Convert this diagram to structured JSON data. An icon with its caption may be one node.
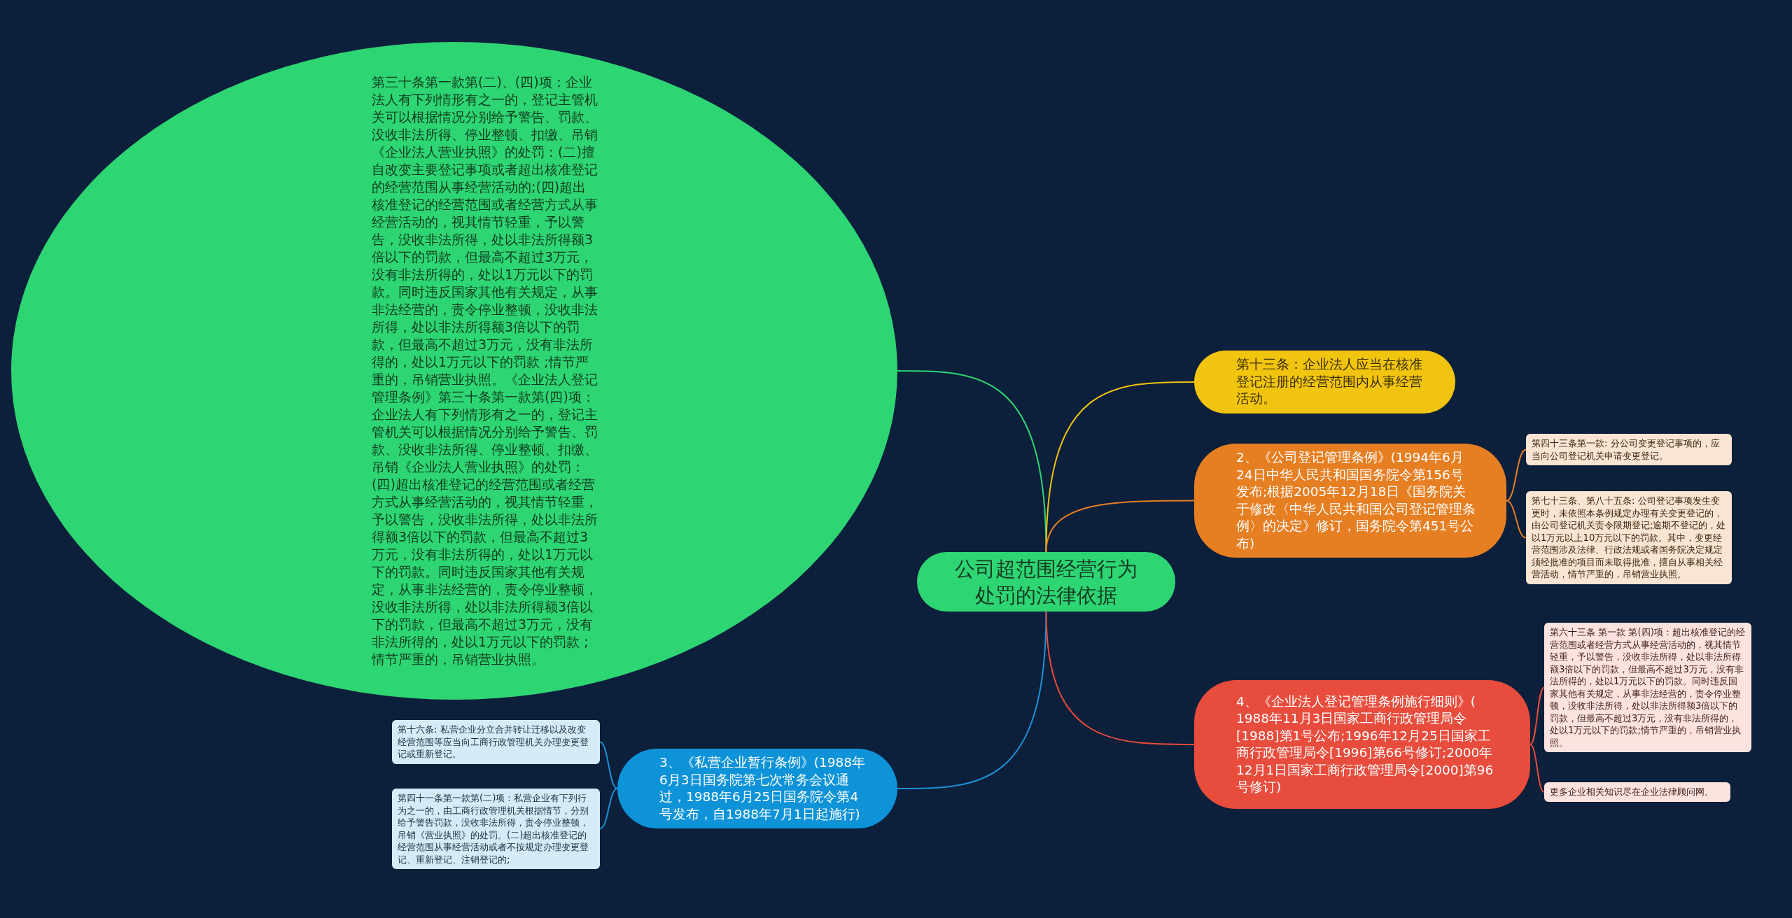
{
  "diagram": {
    "nodes": [
      {
        "text": [
          "公司超范围经营行为处罚的法律依据"
        ]
      },
      {
        "text": [
          "第三十条第一款第(二)、(四)项：企业法人有下列情形有之一的，登记主管机关可以根据情况分别给予警告、罚款、没收非法所得、停业整顿、扣缴、吊销《企业法人营业执照》的处罚：(二)擅自改变主要登记事项或者超出核准登记的经营范围从事经营活动的;(四)超出核准登记的经营范围或者经营方式从事经营活动的，视其情节轻重，予以警告，没收非法所得，处以非法所得额3倍以下的罚款，但最高不超过3万元，没有非法所得的，处以1万元以下的罚款。同时违反国家其他有关规定，从事非法经营的，责令停业整顿，没收非法所得，处以非法所得额3倍以下的罚款，但最高不超过3万元，没有非法所得的，处以1万元以下的罚款 ;情节严重的，吊销营业执照。《企业法人登记管理条例》第三十条第一款第(四)项：企业法人有下列情形有之一的，登记主管机关可以根据情况分别给予警告、罚款、没收非法所得、停业整顿、扣缴、吊销《企业法人营业执照》的处罚：(四)超出核准登记的经营范围或者经营方式从事经营活动的，视其情节轻重，予以警告，没收非法所得，处以非法所得额3倍以下的罚款，但最高不超过3万元，没有非法所得的，处以1万元以下的罚款。同时违反国家其他有关规定，从事非法经营的，责令停业整顿，没收非法所得，处以非法所得额3倍以下的罚款，但最高不超过3万元，没有非法所得的，处以1万元以下的罚款 ;情节严重的，吊销营业执照。"
        ]
      },
      {
        "text": [
          "3、《私营企业暂行条例》(1988年6月3日国务院第七次常务会议通过，1988年6月25日国务院令第4号发布，自1988年7月1日起施行)"
        ]
      },
      {
        "text": [
          "第十六条: 私营企业分立合并转让迁移以及改变经营范围等应当向工商行政管理机关办理变更登记或重新登记。"
        ]
      },
      {
        "text": [
          "第四十一条第一款第(二)项：私营企业有下列行为之一的，由工商行政管理机关根据情节，分别给予警告罚款，没收非法所得，责令停业整顿，吊销《营业执照》的处罚。(二)超出核准登记的经营范围从事经营活动或者不按规定办理变更登记、重新登记、注销登记的;"
        ]
      },
      {
        "text": [
          "第十三条：企业法人应当在核准登记注册的经营范围内从事经营活动。"
        ]
      },
      {
        "text": [
          "2、《公司登记管理条例》(1994年6月24日中华人民共和国国务院令第156号发布;根据2005年12月18日《国务院关于修改〈中华人民共和国公司登记管理条例〉的决定》修订，国务院令第451号公布)"
        ]
      },
      {
        "text": [
          "第四十三条第一款: 分公司变更登记事项的，应当向公司登记机关申请变更登记。"
        ]
      },
      {
        "text": [
          "第七十三条、第八十五条: 公司登记事项发生变更时，未依照本条例规定办理有关变更登记的，由公司登记机关责令限期登记;逾期不登记的，处以1万元以上10万元以下的罚款。其中，变更经营范围涉及法律、行政法规或者国务院决定规定须经批准的项目而未取得批准，擅自从事相关经营活动，情节严重的，吊销营业执照。"
        ]
      },
      {
        "text": [
          "4、《企业法人登记管理条例施行细则》( 1988年11月3日国家工商行政管理局令[1988]第1号公布;1996年12月25日国家工商行政管理局令[1996]第66号修订;2000年12月1日国家工商行政管理局令[2000]第96号修订)"
        ]
      },
      {
        "text": [
          "第六十三条 第一款 第(四)项：超出核准登记的经营范围或者经营方式从事经营活动的，视其情节轻重，予以警告，没收非法所得，处以非法所得额3倍以下的罚款，但最高不超过3万元，没有非法所得的，处以1万元以下的罚款。同时违反国家其他有关规定，从事非法经营的，责令停业整顿，没收非法所得，处以非法所得额3倍以下的罚款，但最高不超过3万元，没有非法所得的，处以1万元以下的罚款;情节严重的，吊销营业执照。"
        ]
      },
      {
        "text": [
          "更多企业相关知识尽在企业法律顾问网。"
        ]
      }
    ],
    "edges": [
      {
        "from": 0,
        "to": 1,
        "arrow": "none",
        "color": "#2ed573"
      },
      {
        "from": 0,
        "to": 2,
        "arrow": "none",
        "color": "#1e90d6"
      },
      {
        "from": 2,
        "to": 3,
        "arrow": "none",
        "color": "#1e90d6"
      },
      {
        "from": 2,
        "to": 4,
        "arrow": "none",
        "color": "#1e90d6"
      },
      {
        "from": 0,
        "to": 5,
        "arrow": "none",
        "color": "#f1c40f"
      },
      {
        "from": 0,
        "to": 6,
        "arrow": "none",
        "color": "#e67e22"
      },
      {
        "from": 6,
        "to": 7,
        "arrow": "none",
        "color": "#e67e22"
      },
      {
        "from": 6,
        "to": 8,
        "arrow": "none",
        "color": "#e67e22"
      },
      {
        "from": 0,
        "to": 9,
        "arrow": "none",
        "color": "#e74c3c"
      },
      {
        "from": 9,
        "to": 10,
        "arrow": "none",
        "color": "#e74c3c"
      },
      {
        "from": 9,
        "to": 11,
        "arrow": "none",
        "color": "#e74c3c"
      }
    ]
  }
}
